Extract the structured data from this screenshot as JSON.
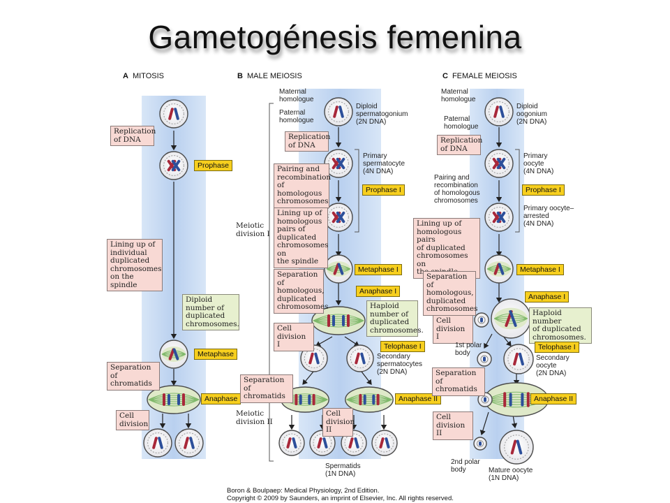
{
  "title": "Gametogénesis femenina",
  "sections": {
    "mitosis": {
      "letter": "A",
      "name": "MITOSIS"
    },
    "male": {
      "letter": "B",
      "name": "MALE MEIOSIS"
    },
    "female": {
      "letter": "C",
      "name": "FEMALE MEIOSIS"
    }
  },
  "mitosis": {
    "replication": [
      "Replication",
      "of DNA"
    ],
    "prophase": "Prophase",
    "lining": [
      "Lining up of",
      "individual",
      "duplicated",
      "chromosomes",
      "on the spindle"
    ],
    "diploid_note": [
      "Diploid",
      "number of",
      "duplicated",
      "chromosomes."
    ],
    "metaphase": "Metaphase",
    "separation": [
      "Separation of",
      "chromatids"
    ],
    "anaphase": "Anaphase",
    "cell_division": [
      "Cell",
      "division"
    ]
  },
  "male": {
    "maternal": [
      "Maternal",
      "homologue"
    ],
    "paternal": [
      "Paternal",
      "homologue"
    ],
    "diploid_sperm": [
      "Diploid",
      "spermatogonium",
      "(2N DNA)"
    ],
    "replication": [
      "Replication",
      "of DNA"
    ],
    "primary": [
      "Primary",
      "spermatocyte",
      "(4N DNA)"
    ],
    "pairing": [
      "Pairing and",
      "recombination",
      "of homologous",
      "chromosomes"
    ],
    "prophase1": "Prophase I",
    "meiotic_div1": [
      "Meiotic",
      "division I"
    ],
    "lining": [
      "Lining up of",
      "homologous",
      "pairs of",
      "duplicated",
      "chromosomes on",
      "the spindle"
    ],
    "metaphase1": "Metaphase I",
    "separation_homologous": [
      "Separation of",
      "homologous,",
      "duplicated",
      "chromosomes"
    ],
    "anaphase1": "Anaphase I",
    "haploid_note": [
      "Haploid",
      "number of",
      "duplicated",
      "chromosomes."
    ],
    "cell_div1": [
      "Cell",
      "division I"
    ],
    "telophase1": "Telophase I",
    "secondary": [
      "Secondary",
      "spermatocytes",
      "(2N DNA)"
    ],
    "separation_chromatids": [
      "Separation of",
      "chromatids"
    ],
    "anaphase2": "Anaphase II",
    "meiotic_div2": [
      "Meiotic",
      "division II"
    ],
    "cell_div2": [
      "Cell",
      "division",
      "II"
    ],
    "spermatids": [
      "Spermatids",
      "(1N DNA)"
    ]
  },
  "female": {
    "maternal": [
      "Maternal",
      "homologue"
    ],
    "paternal": [
      "Paternal",
      "homologue"
    ],
    "diploid_oog": [
      "Diploid",
      "oogonium",
      "(2N DNA)"
    ],
    "replication": [
      "Replication",
      "of DNA"
    ],
    "primary": [
      "Primary",
      "oocyte",
      "(4N DNA)"
    ],
    "pairing": [
      "Pairing and",
      "recombination",
      "of homologous",
      "chromosomes"
    ],
    "prophase1": "Prophase I",
    "arrested": [
      "Primary oocyte–",
      "arrested",
      "(4N DNA)"
    ],
    "lining": [
      "Lining up of",
      "homologous pairs",
      "of duplicated",
      "chromosomes on",
      "the spindle"
    ],
    "metaphase1": "Metaphase I",
    "separation_homologous": [
      "Separation of",
      "homologous,",
      "duplicated",
      "chromosomes"
    ],
    "anaphase1": "Anaphase I",
    "cell_div1": [
      "Cell",
      "division I"
    ],
    "haploid_note": [
      "Haploid number",
      "of duplicated",
      "chromosomes."
    ],
    "polar1": [
      "1st polar",
      "body"
    ],
    "telophase1": "Telophase I",
    "secondary": [
      "Secondary",
      "oocyte",
      "(2N DNA)"
    ],
    "separation_chromatids": [
      "Separation of",
      "chromatids"
    ],
    "anaphase2": "Anaphase II",
    "cell_div2": [
      "Cell",
      "division II"
    ],
    "polar2": [
      "2nd polar",
      "body"
    ],
    "mature": [
      "Mature oocyte",
      "(1N DNA)"
    ]
  },
  "credit": [
    "Boron & Boulpaep: Medical Physiology, 2nd Edition.",
    "Copyright © 2009 by Saunders, an imprint of Elsevier, Inc. All rights reserved."
  ],
  "colors": {
    "band": "#c3d6f0",
    "pink_box": "#f8d9d4",
    "green_box": "#e7f0cf",
    "yellow_tag": "#f7cf1e",
    "chrom_red": "#a8283a",
    "chrom_blue": "#2d4f9a",
    "spindle": "#7fb86a"
  }
}
